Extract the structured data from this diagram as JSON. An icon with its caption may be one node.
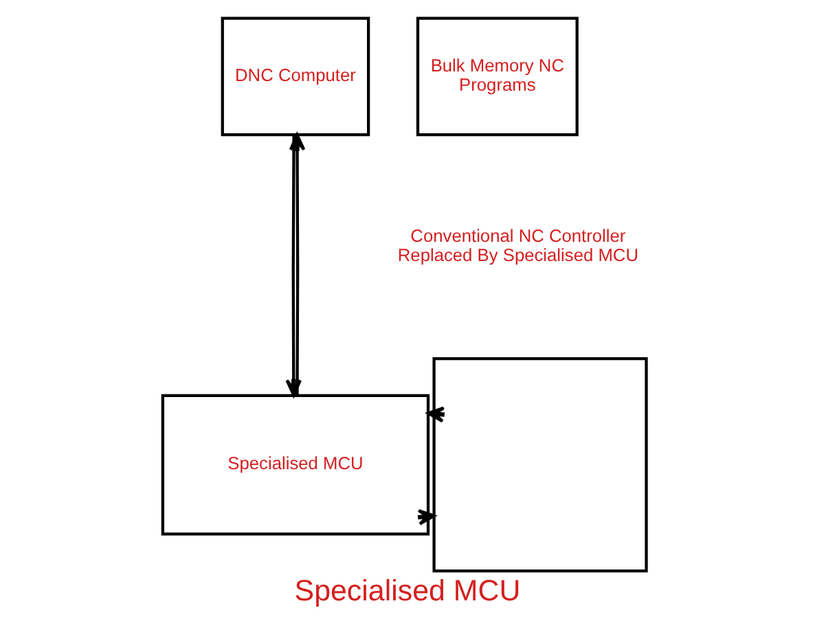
{
  "diagram": {
    "caption": "Specialised MCU",
    "nodes": [
      {
        "text": [
          "DNC Computer"
        ]
      },
      {
        "text": [
          "Bulk Memory NC Programs"
        ]
      },
      {
        "text": [
          "Specialised MCU"
        ]
      },
      {
        "text": [],
        "shape": "box"
      }
    ],
    "edges": [
      {
        "from": 2,
        "to": 0,
        "arrow": "to"
      },
      {
        "from": 0,
        "to": 2,
        "arrow": "to"
      },
      {
        "from": 2,
        "to": 3,
        "arrow": "to"
      },
      {
        "from": 3,
        "to": 2,
        "arrow": "to"
      }
    ],
    "labels": [
      "Conventional NC Controller Replaced By Specialised MCU"
    ]
  }
}
